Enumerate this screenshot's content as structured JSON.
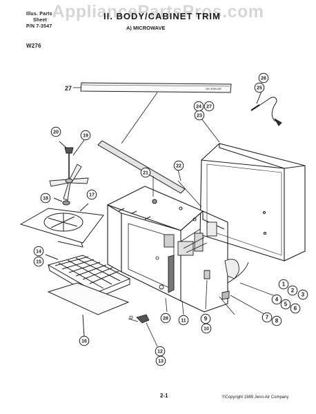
{
  "watermark": "AppliancePartsPros.com",
  "header": {
    "line1": "Illus. Parts",
    "line2": "Sheet",
    "line3": "P/N 7-3547",
    "title": "II. BODY/CABINET TRIM",
    "subtitle": "A) MICROWAVE",
    "model": "W276"
  },
  "diagram": {
    "label_27": "27",
    "callouts": [
      {
        "id": "c1",
        "text": "1"
      },
      {
        "id": "c2",
        "text": "2"
      },
      {
        "id": "c3",
        "text": "3"
      },
      {
        "id": "c4",
        "text": "4"
      },
      {
        "id": "c5",
        "text": "5"
      },
      {
        "id": "c6",
        "text": "6"
      },
      {
        "id": "c7",
        "text": "7"
      },
      {
        "id": "c8",
        "text": "8"
      },
      {
        "id": "c9",
        "text": "9"
      },
      {
        "id": "c10",
        "text": "10"
      },
      {
        "id": "c11",
        "text": "11"
      },
      {
        "id": "c12",
        "text": "12"
      },
      {
        "id": "c13",
        "text": "13"
      },
      {
        "id": "c14",
        "text": "14"
      },
      {
        "id": "c15",
        "text": "15"
      },
      {
        "id": "c16",
        "text": "16"
      },
      {
        "id": "c17",
        "text": "17"
      },
      {
        "id": "c18",
        "text": "18"
      },
      {
        "id": "c19",
        "text": "19"
      },
      {
        "id": "c20",
        "text": "20"
      },
      {
        "id": "c21",
        "text": "21"
      },
      {
        "id": "c22",
        "text": "22"
      },
      {
        "id": "c23",
        "text": "23"
      },
      {
        "id": "c24",
        "text": "24"
      },
      {
        "id": "c25",
        "text": "25"
      },
      {
        "id": "c26",
        "text": "26"
      },
      {
        "id": "c27",
        "text": "27"
      },
      {
        "id": "c28",
        "text": "28"
      }
    ]
  },
  "footer": {
    "page": "2-1",
    "copyright": "©Copyright 1989 Jenn-Air Company"
  }
}
